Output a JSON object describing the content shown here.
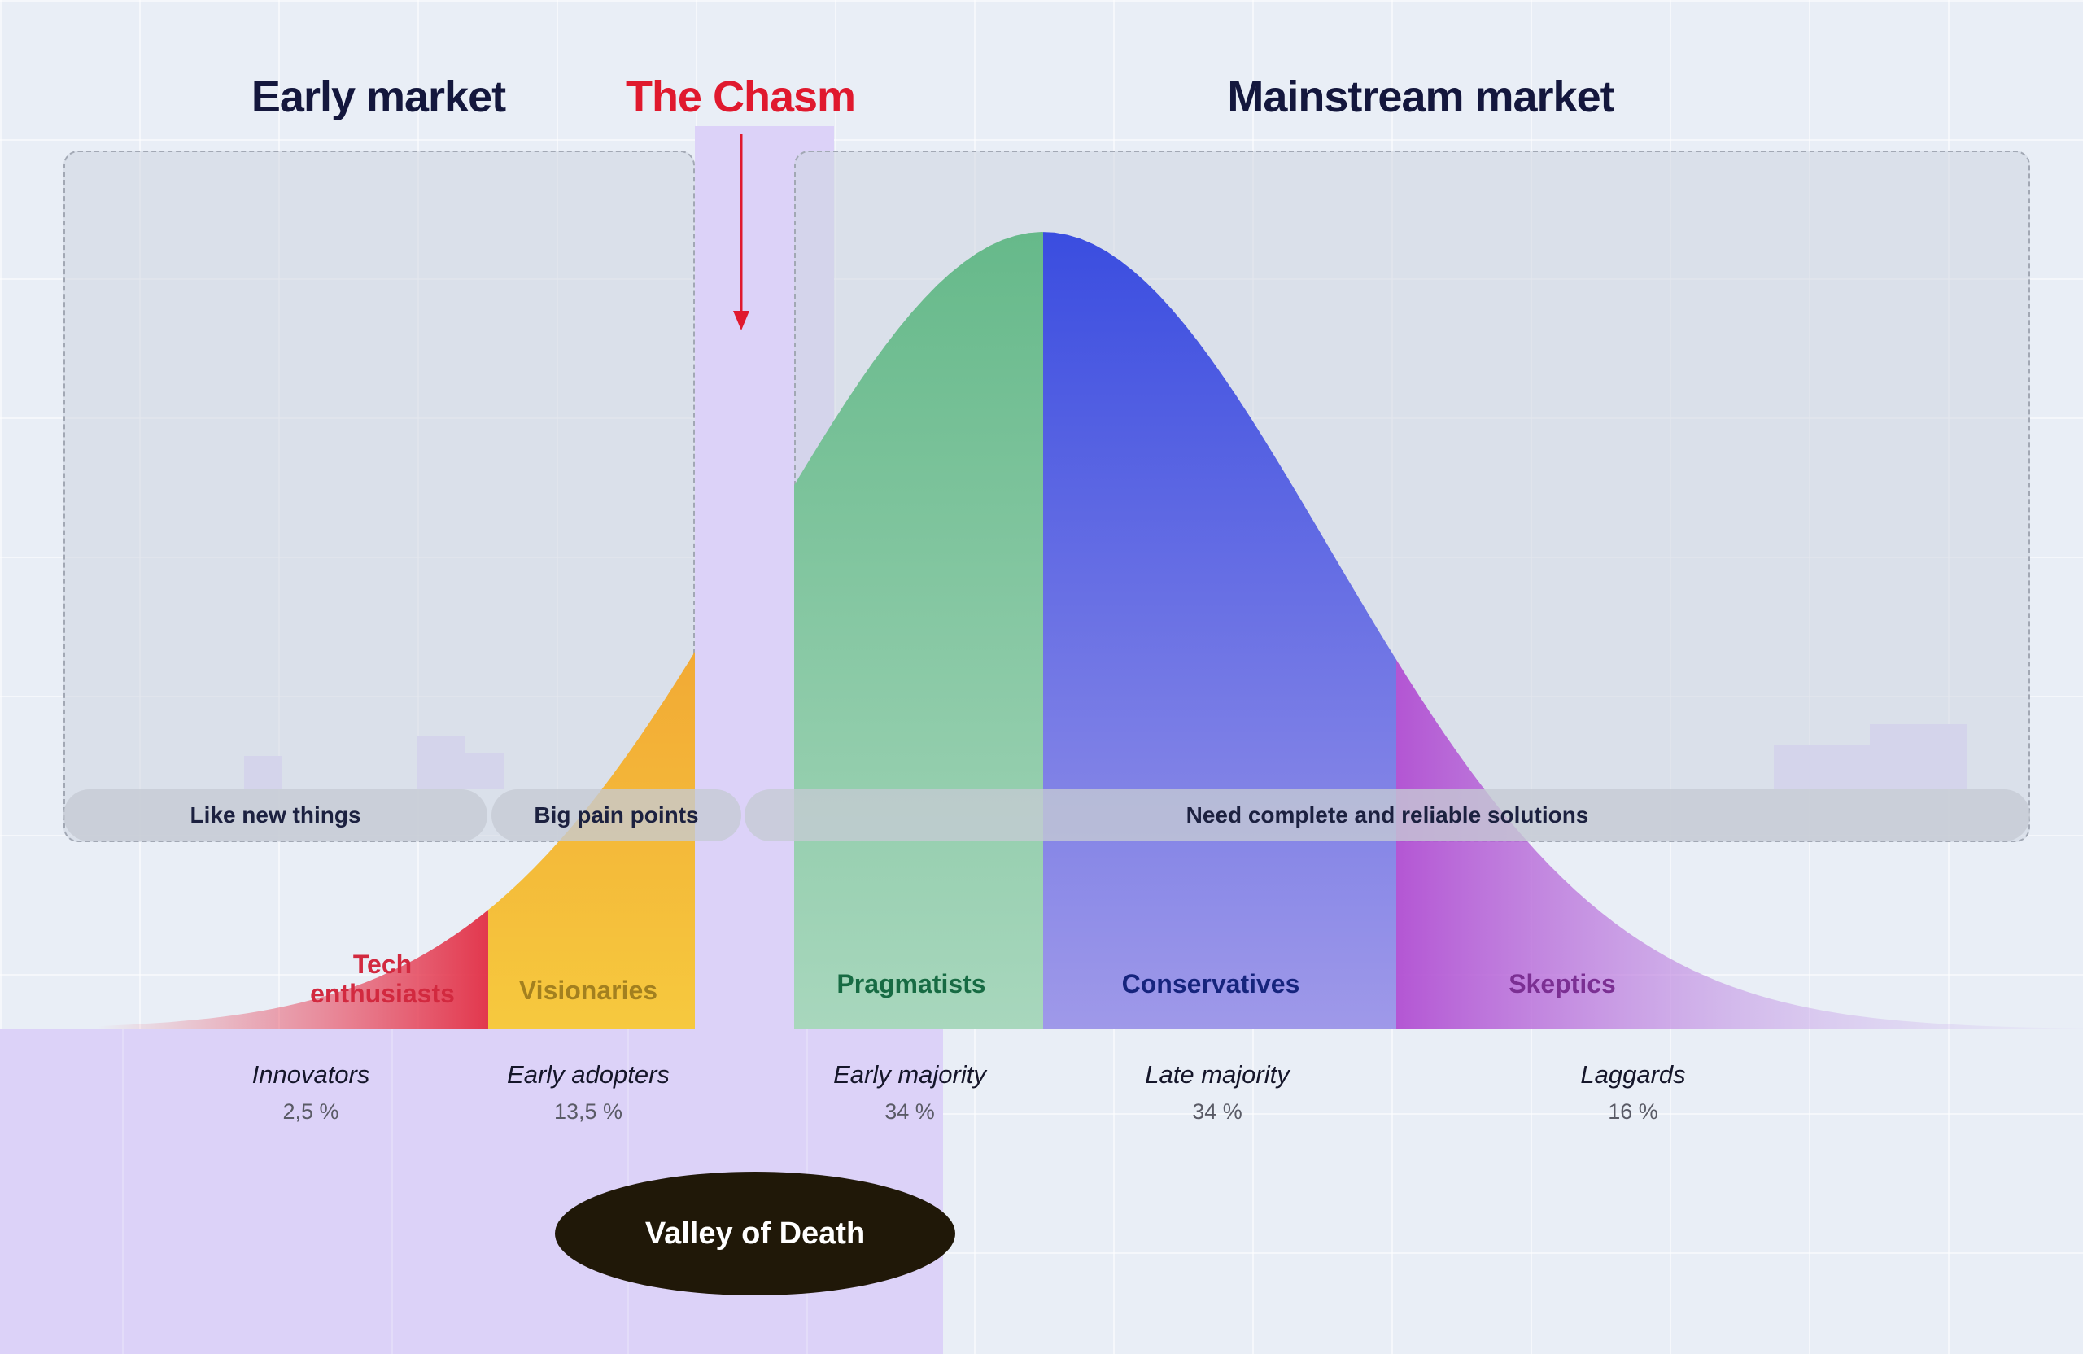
{
  "header": {
    "early_market": "Early market",
    "the_chasm": "The Chasm",
    "mainstream_market": "Mainstream market"
  },
  "pills": {
    "like_new_things": "Like new things",
    "big_pain_points": "Big pain points",
    "need_solutions": "Need complete and reliable solutions"
  },
  "segments": [
    {
      "group": "Innovators",
      "share": "2,5 %",
      "persona": "Tech enthusiasts",
      "color": "#e23248"
    },
    {
      "group": "Early adopters",
      "share": "13,5 %",
      "persona": "Visionaries",
      "color": "#f2b238"
    },
    {
      "group": "Early majority",
      "share": "34 %",
      "persona": "Pragmatists",
      "color": "#66b98a"
    },
    {
      "group": "Late majority",
      "share": "34 %",
      "persona": "Conservatives",
      "color": "#3a4de0"
    },
    {
      "group": "Laggards",
      "share": "16 %",
      "persona": "Skeptics",
      "color": "#b14ed2"
    }
  ],
  "valley_of_death": "Valley of Death",
  "colors": {
    "chasm_red": "#e0192e",
    "heading_navy": "#14173d",
    "lavender": "#dcd2f8",
    "pill_gray": "#c5cad3"
  },
  "chart_data": {
    "type": "area",
    "categories": [
      "Innovators",
      "Early adopters",
      "Early majority",
      "Late majority",
      "Laggards"
    ],
    "values": [
      2.5,
      13.5,
      34,
      34,
      16
    ],
    "unit": "%"
  }
}
